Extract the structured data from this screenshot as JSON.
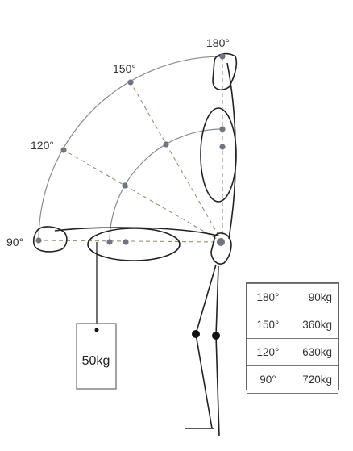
{
  "angle_labels": [
    "180°",
    "150°",
    "120°",
    "90°"
  ],
  "weight_label": "50kg",
  "table": {
    "rows": [
      {
        "angle": "180°",
        "force": "90kg"
      },
      {
        "angle": "150°",
        "force": "360kg"
      },
      {
        "angle": "120°",
        "force": "630kg"
      },
      {
        "angle": "90°",
        "force": "720kg"
      }
    ]
  },
  "colors": {
    "line": "#222222",
    "arc": "#8a8a8a",
    "dash": "#9c8e6a",
    "joint": "#6e7682"
  }
}
